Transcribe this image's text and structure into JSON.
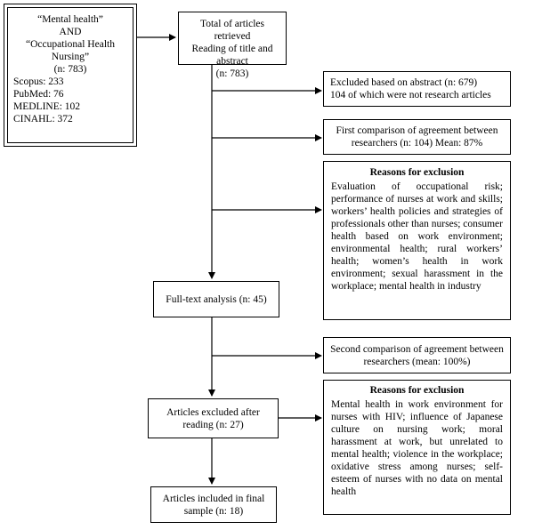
{
  "search_box": {
    "lines": [
      "“Mental health”",
      "AND",
      "“Occupational Health",
      "Nursing”",
      "(n: 783)"
    ],
    "db_lines": [
      "Scopus: 233",
      "PubMed: 76",
      "MEDLINE: 102",
      "CINAHL: 372"
    ]
  },
  "retrieved_box": {
    "lines": [
      "Total of articles retrieved",
      "Reading of title and abstract",
      "(n: 783)"
    ]
  },
  "excluded_abstract_box": {
    "lines": [
      "Excluded based on abstract (n: 679)",
      "104 of which were not research articles"
    ]
  },
  "first_comparison_box": {
    "lines": [
      "First comparison of agreement between",
      "researchers (n: 104) Mean: 87%"
    ]
  },
  "reasons_box_1": {
    "title": "Reasons for exclusion",
    "text": "Evaluation of occupational risk; performance of nurses at work and skills; workers’ health policies and strategies of professionals other than nurses; consumer health based on work environment; environmental health; rural workers’ health; women’s health in work environment; sexual harassment in the workplace; mental health in industry"
  },
  "fulltext_box": {
    "label": "Full-text analysis (n: 45)"
  },
  "second_comparison_box": {
    "lines": [
      "Second comparison of agreement between",
      "researchers (mean: 100%)"
    ]
  },
  "excluded_reading_box": {
    "lines": [
      "Articles excluded after",
      "reading (n: 27)"
    ]
  },
  "reasons_box_2": {
    "title": "Reasons for exclusion",
    "text": "Mental health in work environment for nurses with HIV; influence of Japanese culture on nursing work; moral harassment at work, but unrelated to mental health; violence in the workplace; oxidative stress among nurses; self-esteem of nurses with no data on mental health"
  },
  "final_box": {
    "lines": [
      "Articles included in final",
      "sample (n: 18)"
    ]
  }
}
